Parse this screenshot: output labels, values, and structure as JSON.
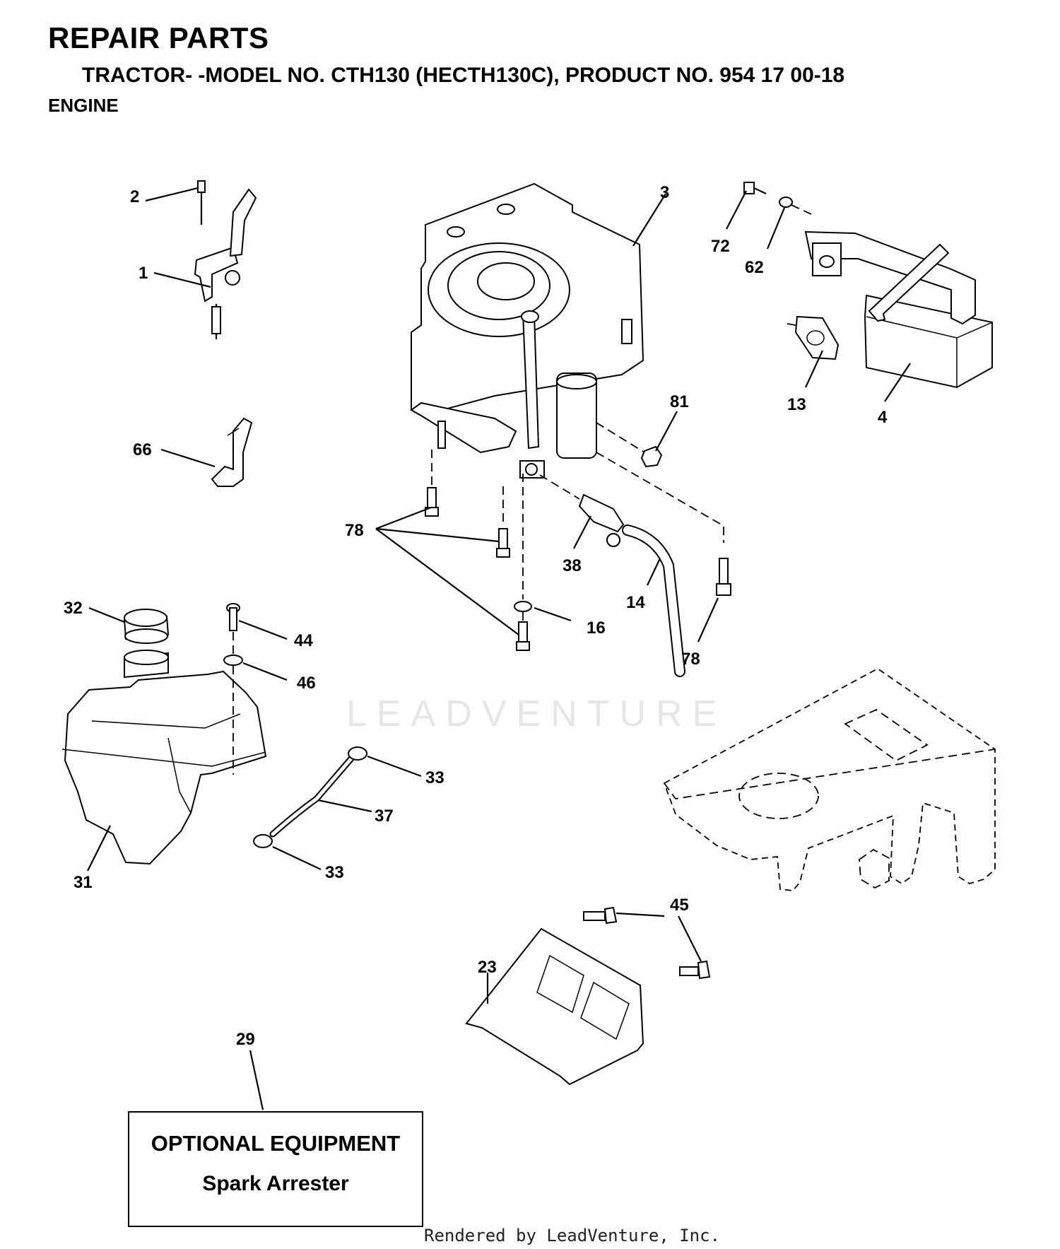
{
  "header": {
    "title": "REPAIR PARTS",
    "subtitle": "TRACTOR- -MODEL NO. CTH130 (HECTH130C), PRODUCT NO. 954 17 00-18",
    "section": "ENGINE"
  },
  "callouts": {
    "c1": "1",
    "c2": "2",
    "c3": "3",
    "c4": "4",
    "c13": "13",
    "c14": "14",
    "c16": "16",
    "c23": "23",
    "c29": "29",
    "c31": "31",
    "c32": "32",
    "c33a": "33",
    "c33b": "33",
    "c37": "37",
    "c38": "38",
    "c44": "44",
    "c45": "45",
    "c46": "46",
    "c62": "62",
    "c66": "66",
    "c72": "72",
    "c78a": "78",
    "c78b": "78",
    "c81": "81"
  },
  "optional_box": {
    "title": "OPTIONAL EQUIPMENT",
    "item": "Spark Arrester"
  },
  "watermark": "LEADVENTURE",
  "footer": "Rendered by LeadVenture, Inc."
}
